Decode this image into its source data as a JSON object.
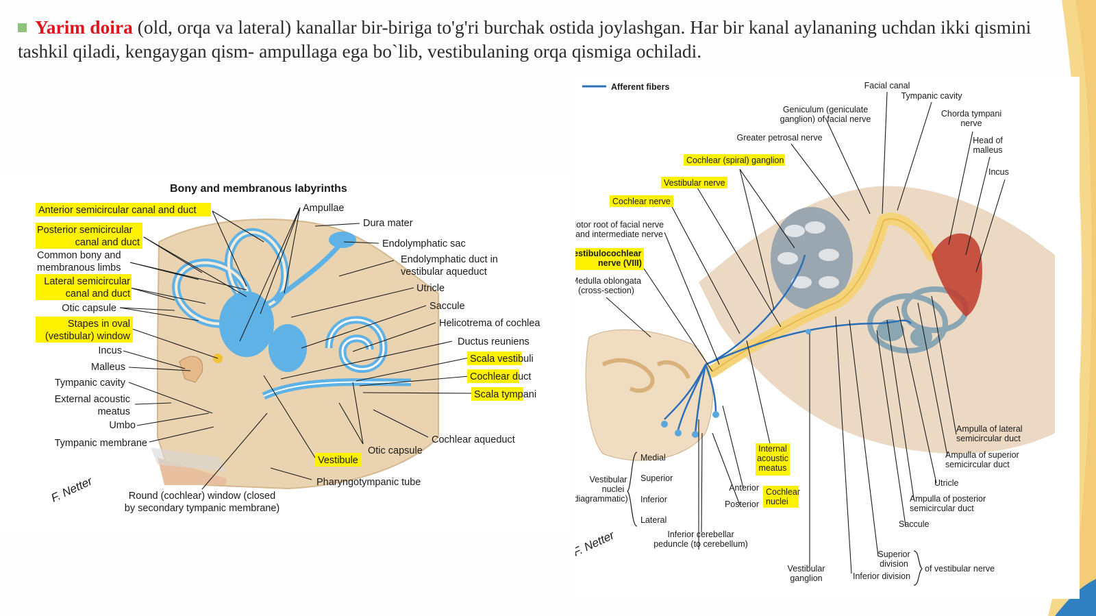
{
  "slide": {
    "heading_highlight": "Yarim doira",
    "heading_rest": " (old, orqa va lateral) kanallar bir-biriga to'g'ri burchak ostida joylashgan. Har bir kanal aylananing uchdan ikki qismini tashkil qiladi, kengaygan qism- ampullaga ega bo`lib, vestibulaning orqa qismiga ochiladi.",
    "accent_color": "#e0141b",
    "highlight_color": "#fff200"
  },
  "left_figure": {
    "title": "Bony and membranous labyrinths",
    "signature": "F. Netter",
    "labels": {
      "anterior_canal": "Anterior semicircular canal and duct",
      "posterior_canal_1": "Posterior semicircular",
      "posterior_canal_2": "canal and duct",
      "common_limbs_1": "Common bony and",
      "common_limbs_2": "membranous limbs",
      "lateral_canal_1": "Lateral semicircular",
      "lateral_canal_2": "canal and duct",
      "otic_capsule": "Otic capsule",
      "stapes_1": "Stapes in oval",
      "stapes_2": "(vestibular) window",
      "incus": "Incus",
      "malleus": "Malleus",
      "tympanic_cavity": "Tympanic cavity",
      "external_meatus_1": "External acoustic",
      "external_meatus_2": "meatus",
      "umbo": "Umbo",
      "tympanic_membrane": "Tympanic membrane",
      "round_window_1": "Round (cochlear) window (closed",
      "round_window_2": "by secondary tympanic membrane)",
      "ampullae": "Ampullae",
      "dura_mater": "Dura mater",
      "endolymphatic_sac": "Endolymphatic sac",
      "endolymphatic_duct_1": "Endolymphatic duct in",
      "endolymphatic_duct_2": "vestibular aqueduct",
      "utricle": "Utricle",
      "saccule": "Saccule",
      "helicotrema": "Helicotrema of cochlea",
      "ductus_reuniens": "Ductus reuniens",
      "scala_vestibuli": "Scala vestibuli",
      "cochlear_duct": "Cochlear duct",
      "scala_tympani": "Scala tympani",
      "cochlear_aqueduct": "Cochlear aqueduct",
      "otic_capsule_2": "Otic capsule",
      "vestibule": "Vestibule",
      "pharyngotympanic": "Pharyngotympanic tube"
    }
  },
  "right_figure": {
    "legend": "Afferent fibers",
    "signature": "F. Netter",
    "labels": {
      "facial_canal": "Facial canal",
      "tympanic_cavity": "Tympanic cavity",
      "geniculum_1": "Geniculum (geniculate",
      "geniculum_2": "ganglion) of facial nerve",
      "chorda_1": "Chorda tympani",
      "chorda_2": "nerve",
      "greater_petrosal": "Greater petrosal nerve",
      "head_malleus_1": "Head of",
      "head_malleus_2": "malleus",
      "incus": "Incus",
      "cochlear_ganglion": "Cochlear (spiral) ganglion",
      "vestibular_nerve": "Vestibular nerve",
      "cochlear_nerve": "Cochlear nerve",
      "motor_root_1": "Motor root of facial nerve",
      "motor_root_2": "and intermediate nerve",
      "vestibulocochlear_1": "Vestibulocochlear",
      "vestibulocochlear_2": "nerve (VIII)",
      "medulla_1": "Medulla oblongata",
      "medulla_2": "(cross-section)",
      "medial": "Medial",
      "superior": "Superior",
      "inferior": "Inferior",
      "lateral": "Lateral",
      "vestibular_nuclei_1": "Vestibular",
      "vestibular_nuclei_2": "nuclei",
      "vestibular_nuclei_3": "(diagrammatic)",
      "internal_meatus_1": "Internal",
      "internal_meatus_2": "acoustic",
      "internal_meatus_3": "meatus",
      "anterior": "Anterior",
      "posterior": "Posterior",
      "cochlear_nuclei_1": "Cochlear",
      "cochlear_nuclei_2": "nuclei",
      "inf_cerebellar_1": "Inferior cerebellar",
      "inf_cerebellar_2": "peduncle (to cerebellum)",
      "vestibular_ganglion_1": "Vestibular",
      "vestibular_ganglion_2": "ganglion",
      "sup_division_1": "Superior",
      "sup_division_2": "division",
      "inf_division": "Inferior division",
      "of_vestibular_nerve": "of vestibular nerve",
      "saccule": "Saccule",
      "ampulla_posterior_1": "Ampulla of posterior",
      "ampulla_posterior_2": "semicircular duct",
      "utricle": "Utricle",
      "ampulla_superior_1": "Ampulla of superior",
      "ampulla_superior_2": "semicircular duct",
      "ampulla_lateral_1": "Ampulla of lateral",
      "ampulla_lateral_2": "semicircular duct"
    }
  }
}
